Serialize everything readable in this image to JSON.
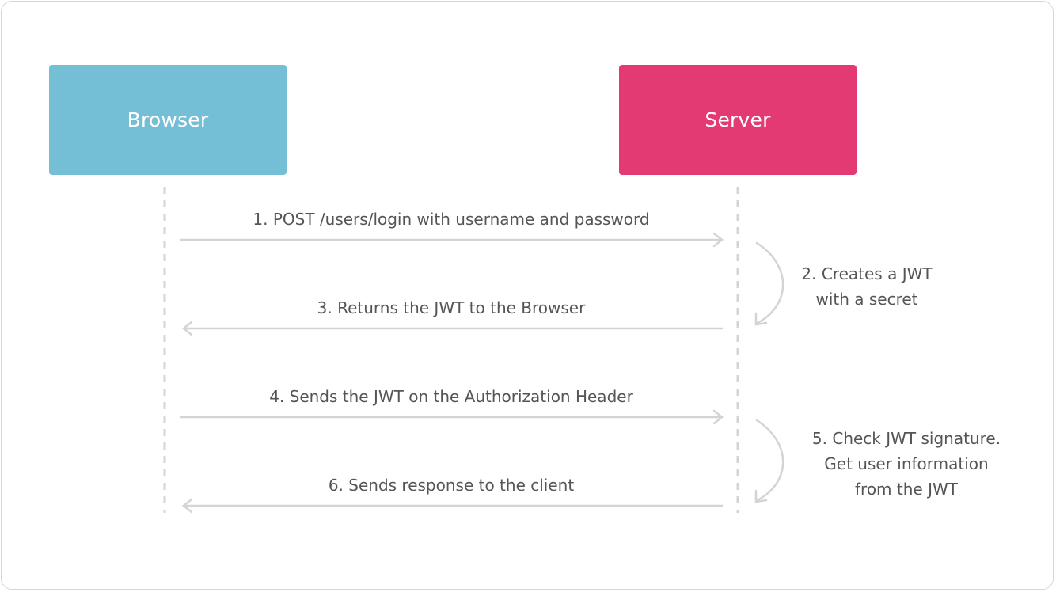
{
  "colors": {
    "browser": "#74bfd6",
    "server": "#e43a74",
    "line": "#d4d4d4",
    "text": "#555555"
  },
  "actors": {
    "browser": "Browser",
    "server": "Server"
  },
  "messages": [
    {
      "label": "1. POST /users/login with username and password",
      "direction": "browser-to-server"
    },
    {
      "label": "3. Returns the JWT to the Browser",
      "direction": "server-to-browser"
    },
    {
      "label": "4. Sends the JWT on the Authorization Header",
      "direction": "browser-to-server"
    },
    {
      "label": "6. Sends response to the client",
      "direction": "server-to-browser"
    }
  ],
  "self_notes": [
    {
      "lines": [
        "2. Creates a JWT",
        "with a secret"
      ]
    },
    {
      "lines": [
        "5. Check JWT signature.",
        "Get user information",
        "from the JWT"
      ]
    }
  ]
}
